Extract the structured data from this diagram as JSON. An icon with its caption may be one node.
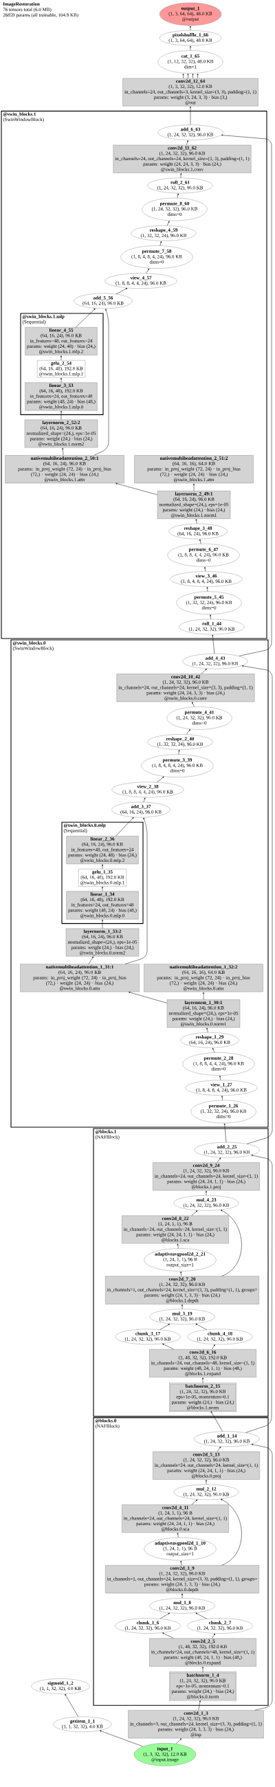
{
  "diagram": {
    "title": "ImageRestoration",
    "labels": [
      "76 tensors total (6.0 MB)",
      "26859 params (all trainable, 104.9 KB)"
    ],
    "nodes": [
      {
        "text": [
          "output_1",
          "(1, 3, 64, 64), 48.0 KB",
          "@output"
        ]
      },
      {
        "text": [
          "pixelshuffle_1_66",
          "(1, 3, 64, 64), 48.0 KB"
        ]
      },
      {
        "text": [
          "cat_1_65",
          "(1, 12, 32, 32), 48.0 KB",
          "dim=1"
        ]
      },
      {
        "text": [
          "conv2d_12_64",
          "(1, 3, 32, 32), 12.0 KB",
          "in_channels=24, out_channels=3, kernel_size=(3, 3), padding=(1, 1)",
          "params: weight (3, 24, 3, 3) · bias (3,)",
          "@out"
        ]
      },
      {
        "text": [
          "@swin_blocks.1",
          "(SwinWindowBlock)"
        ]
      },
      {
        "text": [
          "add_6_63",
          "(1, 24, 32, 32), 96.0 KB"
        ],
        "in": 4
      },
      {
        "text": [
          "conv2d_11_62",
          "(1, 24, 32, 32), 96.0 KB",
          "in_channels=24, out_channels=24, kernel_size=(3, 3), padding=(1, 1)",
          "params: weight (24, 24, 3, 3) · bias (24,)",
          "@swin_blocks.1.conv"
        ],
        "in": 4
      },
      {
        "text": [
          "roll_2_61",
          "(1, 24, 32, 32), 96.0 KB"
        ],
        "in": 4
      },
      {
        "text": [
          "permute_8_60",
          "(1, 24, 32, 32), 96.0 KB",
          "dims=0"
        ],
        "in": 4
      },
      {
        "text": [
          "reshape_4_59",
          "(1, 32, 32, 24), 96.0 KB"
        ],
        "in": 4
      },
      {
        "text": [
          "permute_7_58",
          "(1, 8, 4, 8, 4, 24), 96.0 KB",
          "dims=0"
        ],
        "in": 4
      },
      {
        "text": [
          "view_4_57",
          "(1, 8, 8, 4, 4, 24), 96.0 KB"
        ],
        "in": 4
      },
      {
        "text": [
          "add_5_56",
          "(64, 16, 24), 96.0 KB"
        ],
        "in": 4
      },
      {
        "text": [
          "@swin_blocks.1.mlp",
          "(Sequential)"
        ],
        "in": 4
      },
      {
        "text": [
          "linear_4_55",
          "(64, 16, 24), 96.0 KB",
          "in_features=48, out_features=24",
          "params: weight (24, 48) · bias (24,)",
          "@swin_blocks.1.mlp.2"
        ],
        "in": 13
      },
      {
        "text": [
          "gelu_2_54",
          "(64, 16, 48), 192.0 KB",
          "@swin_blocks.1.mlp.1"
        ],
        "in": 13
      },
      {
        "text": [
          "linear_3_53",
          "(64, 16, 48), 192.0 KB",
          "in_features=24, out_features=48",
          "params: weight (48, 24) · bias (48,)",
          "@swin_blocks.1.mlp.0"
        ],
        "in": 13
      },
      {
        "text": [
          "layernorm_2_52:2",
          "(64, 16, 24), 96.0 KB",
          "normalized_shape=(24,), eps=1e-05",
          "params: weight (24,) · bias (24,)",
          "@swin_blocks.1.norm2"
        ],
        "in": 4
      },
      {
        "text": [
          "nativemultiheadattention_2_50:1",
          "(64, 16, 24), 96.0 KB",
          "params: in_proj_weight (72, 24) · in_proj_bias (72,) · weight (24, 24) · bias (24,)",
          "@swin_blocks.1.attn"
        ],
        "in": 4
      },
      {
        "text": [
          "nativemultiheadattention_2_51:2",
          "(64, 16, 16), 64.0 KB",
          "params: in_proj_weight (72, 24) · in_proj_bias (72,) · weight (24, 24) · bias (24,)",
          "@swin_blocks.1.attn"
        ],
        "in": 4
      },
      {
        "text": [
          "layernorm_2_49:1",
          "(64, 16, 24), 96.0 KB",
          "normalized_shape=(24,), eps=1e-05",
          "params: weight (24,) · bias (24,)",
          "@swin_blocks.1.norm1"
        ],
        "in": 4
      },
      {
        "text": [
          "reshape_3_48",
          "(64, 16, 24), 96.0 KB"
        ],
        "in": 4
      },
      {
        "text": [
          "permute_6_47",
          "(1, 8, 8, 4, 4, 24), 96.0 KB",
          "dims=0"
        ],
        "in": 4
      },
      {
        "text": [
          "view_3_46",
          "(1, 8, 4, 8, 4, 24), 96.0 KB"
        ],
        "in": 4
      },
      {
        "text": [
          "permute_5_45",
          "(1, 32, 32, 24), 96.0 KB",
          "dims=0"
        ],
        "in": 4
      },
      {
        "text": [
          "roll_1_44",
          "(1, 24, 32, 32), 96.0 KB"
        ],
        "in": 4
      },
      {
        "text": [
          "@swin_blocks.0",
          "(SwinWindowBlock)"
        ]
      },
      {
        "text": [
          "add_4_43",
          "(1, 24, 32, 32), 96.0 KB"
        ],
        "in": 26
      },
      {
        "text": [
          "conv2d_10_42",
          "(1, 24, 32, 32), 96.0 KB",
          "in_channels=24, out_channels=24, kernel_size=(3, 3), padding=(1, 1)",
          "params: weight (24, 24, 3, 3) · bias (24,)",
          "@swin_blocks.0.conv"
        ],
        "in": 26
      },
      {
        "text": [
          "permute_4_41",
          "(1, 24, 32, 32), 96.0 KB",
          "dims=0"
        ],
        "in": 26
      },
      {
        "text": [
          "reshape_2_40",
          "(1, 32, 32, 24), 96.0 KB"
        ],
        "in": 26
      },
      {
        "text": [
          "permute_3_39",
          "(1, 8, 4, 8, 4, 24), 96.0 KB",
          "dims=0"
        ],
        "in": 26
      },
      {
        "text": [
          "view_2_38",
          "(1, 8, 8, 4, 4, 24), 96.0 KB"
        ],
        "in": 26
      },
      {
        "text": [
          "add_3_37",
          "(64, 16, 24), 96.0 KB"
        ],
        "in": 26
      },
      {
        "text": [
          "@swin_blocks.0.mlp",
          "(Sequential)"
        ],
        "in": 26
      },
      {
        "text": [
          "linear_2_36",
          "(64, 16, 24), 96.0 KB",
          "in_features=48, out_features=24",
          "params: weight (24, 48) · bias (24,)",
          "@swin_blocks.0.mlp.2"
        ],
        "in": 34
      },
      {
        "text": [
          "gelu_1_35",
          "(64, 16, 48), 192.0 KB",
          "@swin_blocks.0.mlp.1"
        ],
        "in": 34
      },
      {
        "text": [
          "linear_1_34",
          "(64, 16, 48), 192.0 KB",
          "in_features=24, out_features=48",
          "params: weight (48, 24) · bias (48,)",
          "@swin_blocks.0.mlp.0"
        ],
        "in": 34
      },
      {
        "text": [
          "layernorm_1_33:2",
          "(64, 16, 24), 96.0 KB",
          "normalized_shape=(24,), eps=1e-05",
          "params: weight (24,) · bias (24,)",
          "@swin_blocks.0.norm2"
        ],
        "in": 26
      },
      {
        "text": [
          "nativemultiheadattention_1_31:1",
          "(64, 16, 24), 96.0 KB",
          "params: in_proj_weight (72, 24) · in_proj_bias (72,) · weight (24, 24) · bias (24,)",
          "@swin_blocks.0.attn"
        ],
        "in": 26
      },
      {
        "text": [
          "nativemultiheadattention_1_32:2",
          "(64, 16, 16), 64.0 KB",
          "params: in_proj_weight (72, 24) · in_proj_bias (72,) · weight (24, 24) · bias (24,)",
          "@swin_blocks.0.attn"
        ],
        "in": 26
      },
      {
        "text": [
          "layernorm_1_30:1",
          "(64, 16, 24), 96.0 KB",
          "normalized_shape=(24,), eps=1e-05",
          "params: weight (24,) · bias (24,)",
          "@swin_blocks.0.norm1"
        ],
        "in": 26
      },
      {
        "text": [
          "reshape_1_29",
          "(64, 16, 24), 96.0 KB"
        ],
        "in": 26
      },
      {
        "text": [
          "permute_2_28",
          "(1, 8, 8, 4, 4, 24), 96.0 KB",
          "dims=0"
        ],
        "in": 26
      },
      {
        "text": [
          "view_1_27",
          "(1, 8, 4, 8, 4, 24), 96.0 KB"
        ],
        "in": 26
      },
      {
        "text": [
          "permute_1_26",
          "(1, 32, 32, 24), 96.0 KB",
          "dims=0"
        ],
        "in": 26
      },
      {
        "text": [
          "@blocks.1",
          "(NAFBlock)"
        ]
      },
      {
        "text": [
          "add_2_25",
          "(1, 24, 32, 32), 96.0 KB"
        ],
        "in": 46
      },
      {
        "text": [
          "conv2d_9_24",
          "(1, 24, 32, 32), 96.0 KB",
          "in_channels=24, out_channels=24, kernel_size=(1, 1)",
          "params: weight (24, 24, 1, 1) · bias (24,)",
          "@blocks.1.proj"
        ],
        "in": 46
      },
      {
        "text": [
          "mul_4_23",
          "(1, 24, 32, 32), 96.0 KB"
        ],
        "in": 46
      },
      {
        "text": [
          "conv2d_8_22",
          "(1, 24, 1, 1), 96 B",
          "in_channels=24, out_channels=24, kernel_size=(1, 1)",
          "params: weight (24, 24, 1, 1) · bias (24,)",
          "@blocks.1.sca"
        ],
        "in": 46
      },
      {
        "text": [
          "adaptiveavgpool2d_2_21",
          "(1, 24, 1, 1), 96 B",
          "output_size=1"
        ],
        "in": 46
      },
      {
        "text": [
          "conv2d_7_20",
          "(1, 24, 32, 32), 96.0 KB",
          "in_channels=1, out_channels=24, kernel_size=(3, 3), padding=(1, 1), groups=",
          "params: weight (24, 1, 3, 3) · bias (24,)",
          "@blocks.1.depth"
        ],
        "in": 46
      },
      {
        "text": [
          "mul_3_19",
          "(1, 24, 32, 32), 96.0 KB"
        ],
        "in": 46
      },
      {
        "text": [
          "chunk_3_17",
          "(1, 24, 32, 32), 96.0 KB"
        ],
        "in": 46
      },
      {
        "text": [
          "chunk_4_18",
          "(1, 24, 32, 32), 96.0 KB"
        ],
        "in": 46
      },
      {
        "text": [
          "conv2d_6_16",
          "(1, 48, 32, 32), 192.0 KB",
          "in_channels=24, out_channels=48, kernel_size=(1, 1)",
          "params: weight (48, 24, 1, 1) · bias (48,)",
          "@blocks.1.expand"
        ],
        "in": 46
      },
      {
        "text": [
          "batchnorm_2_15",
          "(1, 24, 32, 32), 96.0 KB",
          "eps=1e-05, momentum=0.1",
          "params: weight (24,) · bias (24,)",
          "@blocks.1.norm"
        ],
        "in": 46
      },
      {
        "text": [
          "@blocks.0",
          "(NAFBlock)"
        ]
      },
      {
        "text": [
          "add_1_14",
          "(1, 24, 32, 32), 96.0 KB"
        ],
        "in": 58
      },
      {
        "text": [
          "conv2d_5_13",
          "(1, 24, 32, 32), 96.0 KB",
          "in_channels=24, out_channels=24, kernel_size=(1, 1)",
          "params: weight (24, 24, 1, 1) · bias (24,)",
          "@blocks.0.proj"
        ],
        "in": 58
      },
      {
        "text": [
          "mul_2_12",
          "(1, 24, 32, 32), 96.0 KB"
        ],
        "in": 58
      },
      {
        "text": [
          "conv2d_4_11",
          "(1, 24, 1, 1), 96 B",
          "in_channels=24, out_channels=24, kernel_size=(1, 1)",
          "params: weight (24, 24, 1, 1) · bias (24,)",
          "@blocks.0.sca"
        ],
        "in": 58
      },
      {
        "text": [
          "adaptiveavgpool2d_1_10",
          "(1, 24, 1, 1), 96 B",
          "output_size=1"
        ],
        "in": 58
      },
      {
        "text": [
          "conv2d_3_9",
          "(1, 24, 32, 32), 96.0 KB",
          "in_channels=1, out_channels=24, kernel_size=(3, 3), padding=(1, 1), groups=",
          "params: weight (24, 1, 3, 3) · bias (24,)",
          "@blocks.0.depth"
        ],
        "in": 58
      },
      {
        "text": [
          "mul_1_8",
          "(1, 24, 32, 32), 96.0 KB"
        ],
        "in": 58
      },
      {
        "text": [
          "chunk_1_6",
          "(1, 24, 32, 32), 96.0 KB"
        ],
        "in": 58
      },
      {
        "text": [
          "chunk_2_7",
          "(1, 24, 32, 32), 96.0 KB"
        ],
        "in": 58
      },
      {
        "text": [
          "conv2d_2_5",
          "(1, 48, 32, 32), 192.0 KB",
          "in_channels=24, out_channels=48, kernel_size=(1, 1)",
          "params: weight (48, 24, 1, 1) · bias (48,)",
          "@blocks.0.expand"
        ],
        "in": 58
      },
      {
        "text": [
          "batchnorm_1_4",
          "(1, 24, 32, 32), 96.0 KB",
          "eps=1e-05, momentum=0.1",
          "params: weight (24,) · bias (24,)",
          "@blocks.0.norm"
        ],
        "in": 58
      },
      {
        "text": [
          "sigmoid_1_2",
          "(1, 1, 32, 32), 4.0 KB"
        ]
      },
      {
        "text": [
          "getitem_1_1",
          "(1, 1, 32, 32), 4.0 KB"
        ]
      },
      {
        "text": [
          "conv2d_1_3",
          "(1, 24, 32, 32), 96.0 KB",
          "in_channels=3, out_channels=24, kernel_size=(3, 3), padding=(1, 1)",
          "params: weight (24, 3, 3, 3) · bias (24,)",
          "@inp"
        ]
      },
      {
        "text": [
          "input_1",
          "(1, 3, 32, 32), 12.0 KB",
          "@input.image"
        ]
      }
    ],
    "edges": [
      {
        "from": 73,
        "to": 71,
        "arrow": "to"
      },
      {
        "from": 73,
        "to": 72,
        "arrow": "to"
      },
      {
        "from": 71,
        "to": 70,
        "arrow": "to"
      },
      {
        "from": 72,
        "to": 69,
        "arrow": "to"
      },
      {
        "from": 72,
        "to": 59,
        "arrow": "to"
      },
      {
        "from": 69,
        "to": 68,
        "arrow": "to"
      },
      {
        "from": 68,
        "to": 66,
        "arrow": "to"
      },
      {
        "from": 68,
        "to": 67,
        "arrow": "to"
      },
      {
        "from": 66,
        "to": 65,
        "arrow": "to"
      },
      {
        "from": 67,
        "to": 65,
        "arrow": "to"
      },
      {
        "from": 65,
        "to": 64,
        "arrow": "to"
      },
      {
        "from": 64,
        "to": 63,
        "arrow": "to"
      },
      {
        "from": 64,
        "to": 61,
        "arrow": "to"
      },
      {
        "from": 63,
        "to": 62,
        "arrow": "to"
      },
      {
        "from": 62,
        "to": 61,
        "arrow": "to"
      },
      {
        "from": 61,
        "to": 60,
        "arrow": "to"
      },
      {
        "from": 60,
        "to": 59,
        "arrow": "to"
      },
      {
        "from": 59,
        "to": 57,
        "arrow": "to"
      },
      {
        "from": 59,
        "to": 47,
        "arrow": "to"
      },
      {
        "from": 57,
        "to": 56,
        "arrow": "to"
      },
      {
        "from": 56,
        "to": 54,
        "arrow": "to"
      },
      {
        "from": 56,
        "to": 55,
        "arrow": "to"
      },
      {
        "from": 54,
        "to": 53,
        "arrow": "to"
      },
      {
        "from": 55,
        "to": 53,
        "arrow": "to"
      },
      {
        "from": 53,
        "to": 52,
        "arrow": "to"
      },
      {
        "from": 52,
        "to": 51,
        "arrow": "to"
      },
      {
        "from": 52,
        "to": 49,
        "arrow": "to"
      },
      {
        "from": 51,
        "to": 50,
        "arrow": "to"
      },
      {
        "from": 50,
        "to": 49,
        "arrow": "to"
      },
      {
        "from": 49,
        "to": 48,
        "arrow": "to"
      },
      {
        "from": 48,
        "to": 47,
        "arrow": "to"
      },
      {
        "from": 47,
        "to": 45,
        "arrow": "to"
      },
      {
        "from": 47,
        "to": 27,
        "arrow": "to"
      },
      {
        "from": 45,
        "to": 44,
        "arrow": "to"
      },
      {
        "from": 44,
        "to": 43,
        "arrow": "to"
      },
      {
        "from": 43,
        "to": 42,
        "arrow": "to"
      },
      {
        "from": 42,
        "to": 41,
        "arrow": "to"
      },
      {
        "from": 41,
        "to": 39,
        "arrow": "to"
      },
      {
        "from": 41,
        "to": 40,
        "arrow": "to"
      },
      {
        "from": 39,
        "to": 38,
        "arrow": "to"
      },
      {
        "from": 39,
        "to": 33,
        "arrow": "to"
      },
      {
        "from": 38,
        "to": 37,
        "arrow": "to"
      },
      {
        "from": 37,
        "to": 36,
        "arrow": "to"
      },
      {
        "from": 36,
        "to": 35,
        "arrow": "to"
      },
      {
        "from": 35,
        "to": 33,
        "arrow": "to"
      },
      {
        "from": 33,
        "to": 32,
        "arrow": "to"
      },
      {
        "from": 32,
        "to": 31,
        "arrow": "to"
      },
      {
        "from": 31,
        "to": 30,
        "arrow": "to"
      },
      {
        "from": 30,
        "to": 29,
        "arrow": "to"
      },
      {
        "from": 29,
        "to": 28,
        "arrow": "to"
      },
      {
        "from": 28,
        "to": 27,
        "arrow": "to"
      },
      {
        "from": 27,
        "to": 25,
        "arrow": "to"
      },
      {
        "from": 27,
        "to": 5,
        "arrow": "to"
      },
      {
        "from": 25,
        "to": 24,
        "arrow": "to"
      },
      {
        "from": 24,
        "to": 23,
        "arrow": "to"
      },
      {
        "from": 23,
        "to": 22,
        "arrow": "to"
      },
      {
        "from": 22,
        "to": 21,
        "arrow": "to"
      },
      {
        "from": 21,
        "to": 20,
        "arrow": "to"
      },
      {
        "from": 20,
        "to": 18,
        "arrow": "to"
      },
      {
        "from": 20,
        "to": 19,
        "arrow": "to"
      },
      {
        "from": 18,
        "to": 17,
        "arrow": "to"
      },
      {
        "from": 18,
        "to": 12,
        "arrow": "to"
      },
      {
        "from": 17,
        "to": 16,
        "arrow": "to"
      },
      {
        "from": 16,
        "to": 15,
        "arrow": "to"
      },
      {
        "from": 15,
        "to": 14,
        "arrow": "to"
      },
      {
        "from": 14,
        "to": 12,
        "arrow": "to"
      },
      {
        "from": 12,
        "to": 11,
        "arrow": "to"
      },
      {
        "from": 11,
        "to": 10,
        "arrow": "to"
      },
      {
        "from": 10,
        "to": 9,
        "arrow": "to"
      },
      {
        "from": 9,
        "to": 8,
        "arrow": "to"
      },
      {
        "from": 8,
        "to": 7,
        "arrow": "to"
      },
      {
        "from": 7,
        "to": 6,
        "arrow": "to"
      },
      {
        "from": 6,
        "to": 5,
        "arrow": "to"
      },
      {
        "from": 5,
        "to": 3,
        "arrow": "to"
      },
      {
        "from": 3,
        "to": 2,
        "arrow": "to"
      },
      {
        "from": 3,
        "to": 2,
        "arrow": "to"
      },
      {
        "from": 3,
        "to": 2,
        "arrow": "to"
      },
      {
        "from": 3,
        "to": 2,
        "arrow": "to"
      },
      {
        "from": 2,
        "to": 1,
        "arrow": "to"
      },
      {
        "from": 1,
        "to": 0,
        "arrow": "to"
      }
    ]
  }
}
